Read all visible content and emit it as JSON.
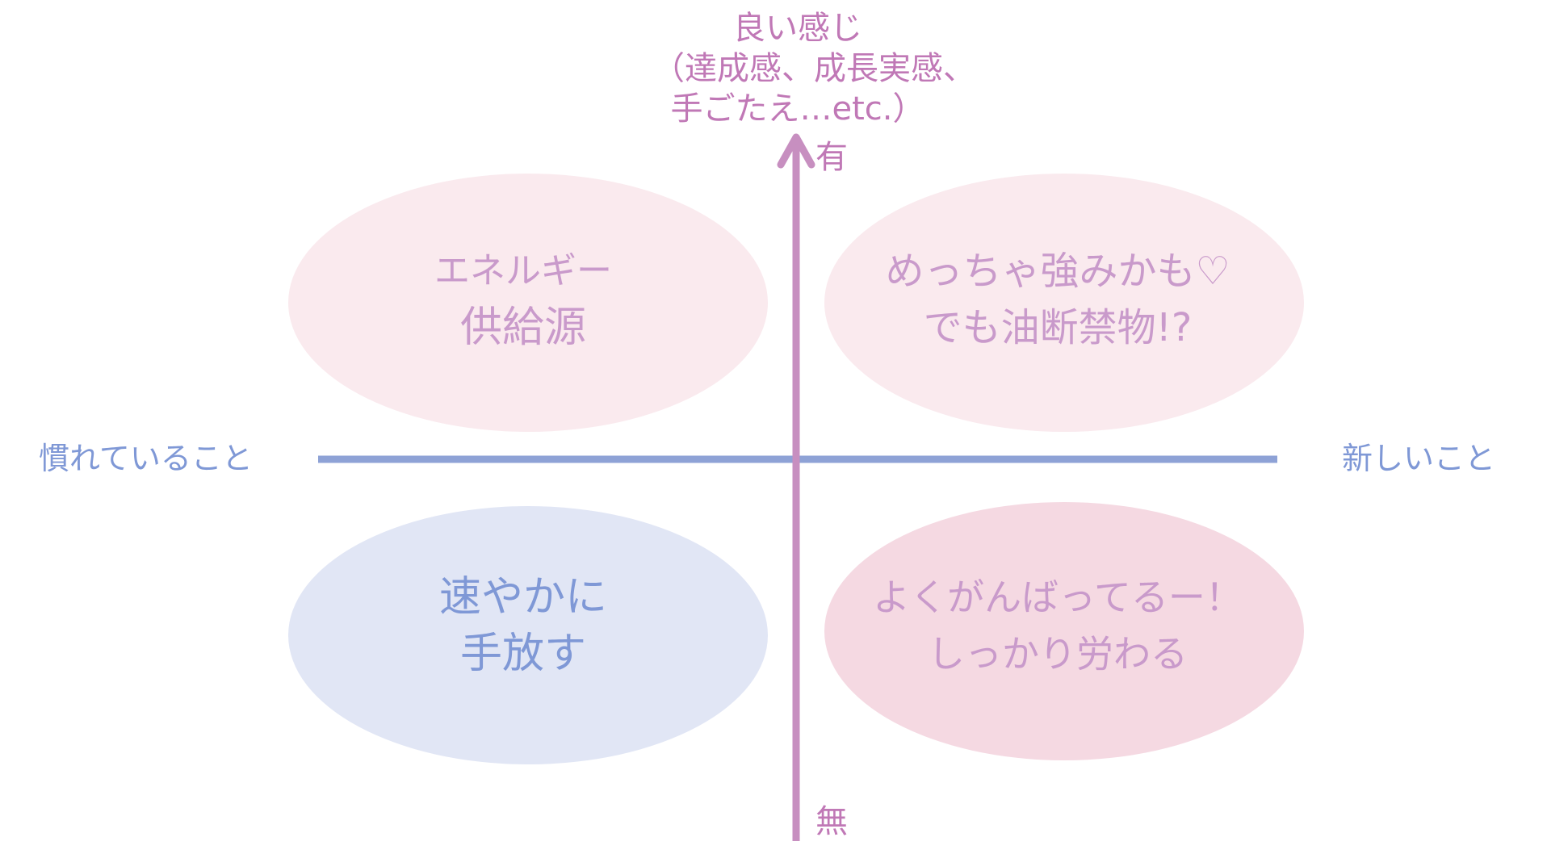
{
  "axes": {
    "y_top_label_lines": [
      "良い感じ",
      "（達成感、成長実感、",
      "手ごたえ…etc.）"
    ],
    "y_positive": "有",
    "y_negative": "無",
    "x_left": "慣れていること",
    "x_right": "新しいこと"
  },
  "quadrants": {
    "top_left": {
      "line1": "エネルギー",
      "line2": "供給源"
    },
    "top_right": {
      "line1": "めっちゃ強みかも♡",
      "line2": "でも油断禁物!?"
    },
    "bottom_left": {
      "line1": "速やかに",
      "line2": "手放す"
    },
    "bottom_right": {
      "line1": "よくがんばってるー！",
      "line2": "しっかり労わる"
    }
  },
  "colors": {
    "vertical_axis": "#c78fc0",
    "horizontal_axis": "#8ea2d6",
    "pink_light": "#faeaee",
    "pink_medium": "#f5d9e2",
    "blue_light": "#e1e6f5",
    "pink_text": "#c99acb",
    "blue_text": "#7f98d6"
  }
}
